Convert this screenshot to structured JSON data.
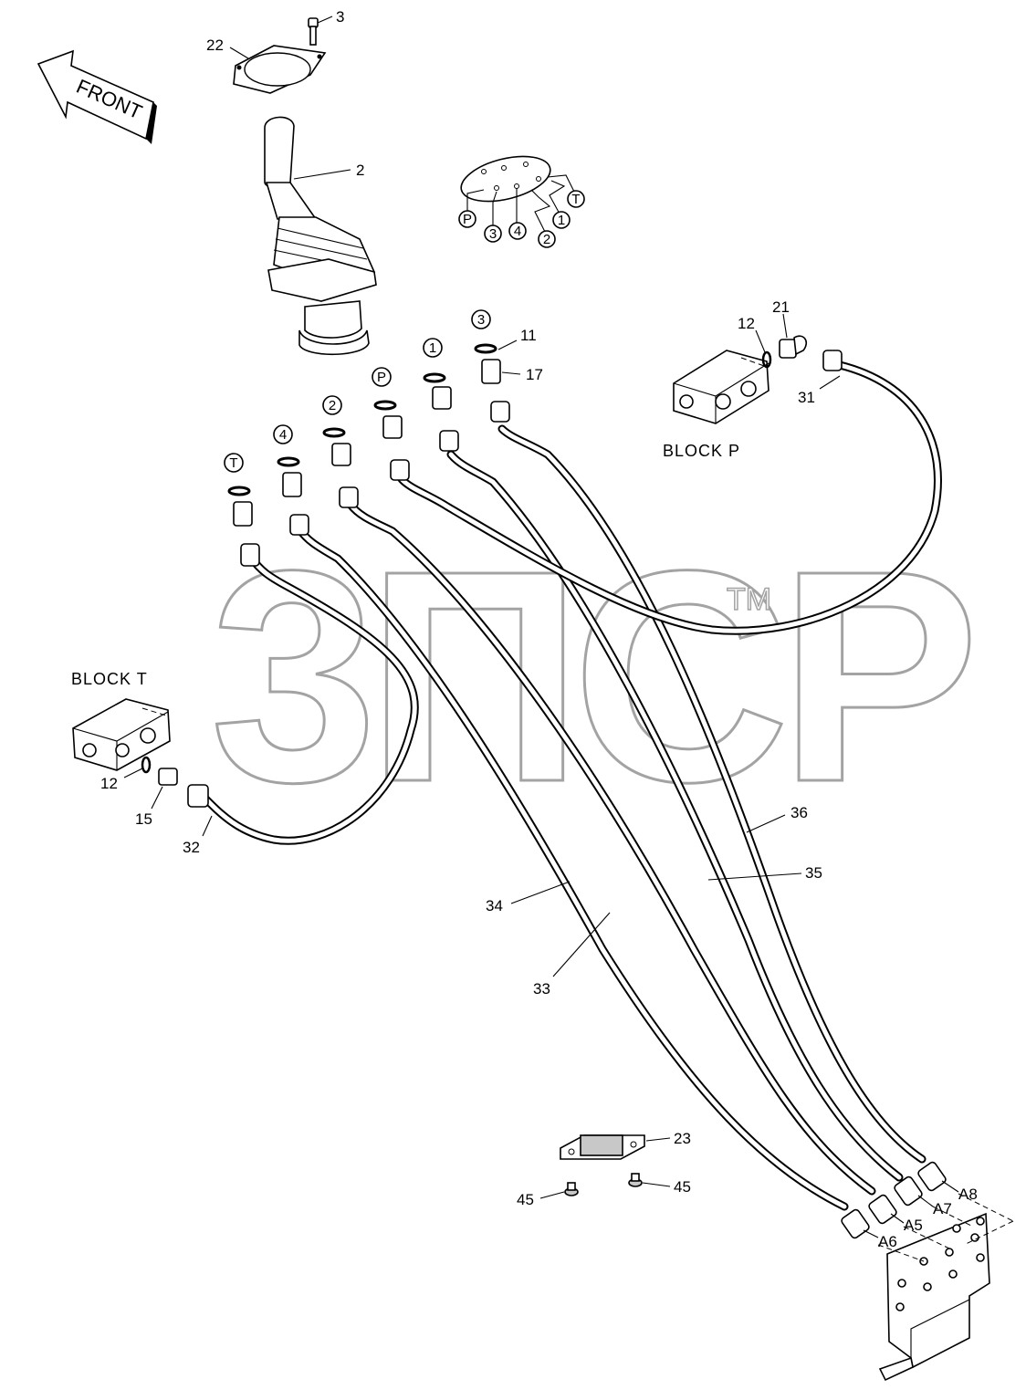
{
  "front_arrow": {
    "text": "FRONT"
  },
  "blocks": {
    "block_p": "BLOCK  P",
    "block_t": "BLOCK  T"
  },
  "port_map": {
    "labels": [
      "P",
      "3",
      "4",
      "2",
      "1",
      "T"
    ]
  },
  "port_markers": [
    "T",
    "4",
    "2",
    "P",
    "1",
    "3"
  ],
  "parts": {
    "p3": "3",
    "p22": "22",
    "p2": "2",
    "p11": "11",
    "p17": "17",
    "p12a": "12",
    "p21": "21",
    "p31": "31",
    "p12b": "12",
    "p15": "15",
    "p32": "32",
    "p36": "36",
    "p35": "35",
    "p34": "34",
    "p33": "33",
    "p23": "23",
    "p45a": "45",
    "p45b": "45",
    "a8": "A8",
    "a7": "A7",
    "a5": "A5",
    "a6": "A6"
  },
  "watermark": {
    "text": "3ПСР",
    "tm": "TM"
  }
}
